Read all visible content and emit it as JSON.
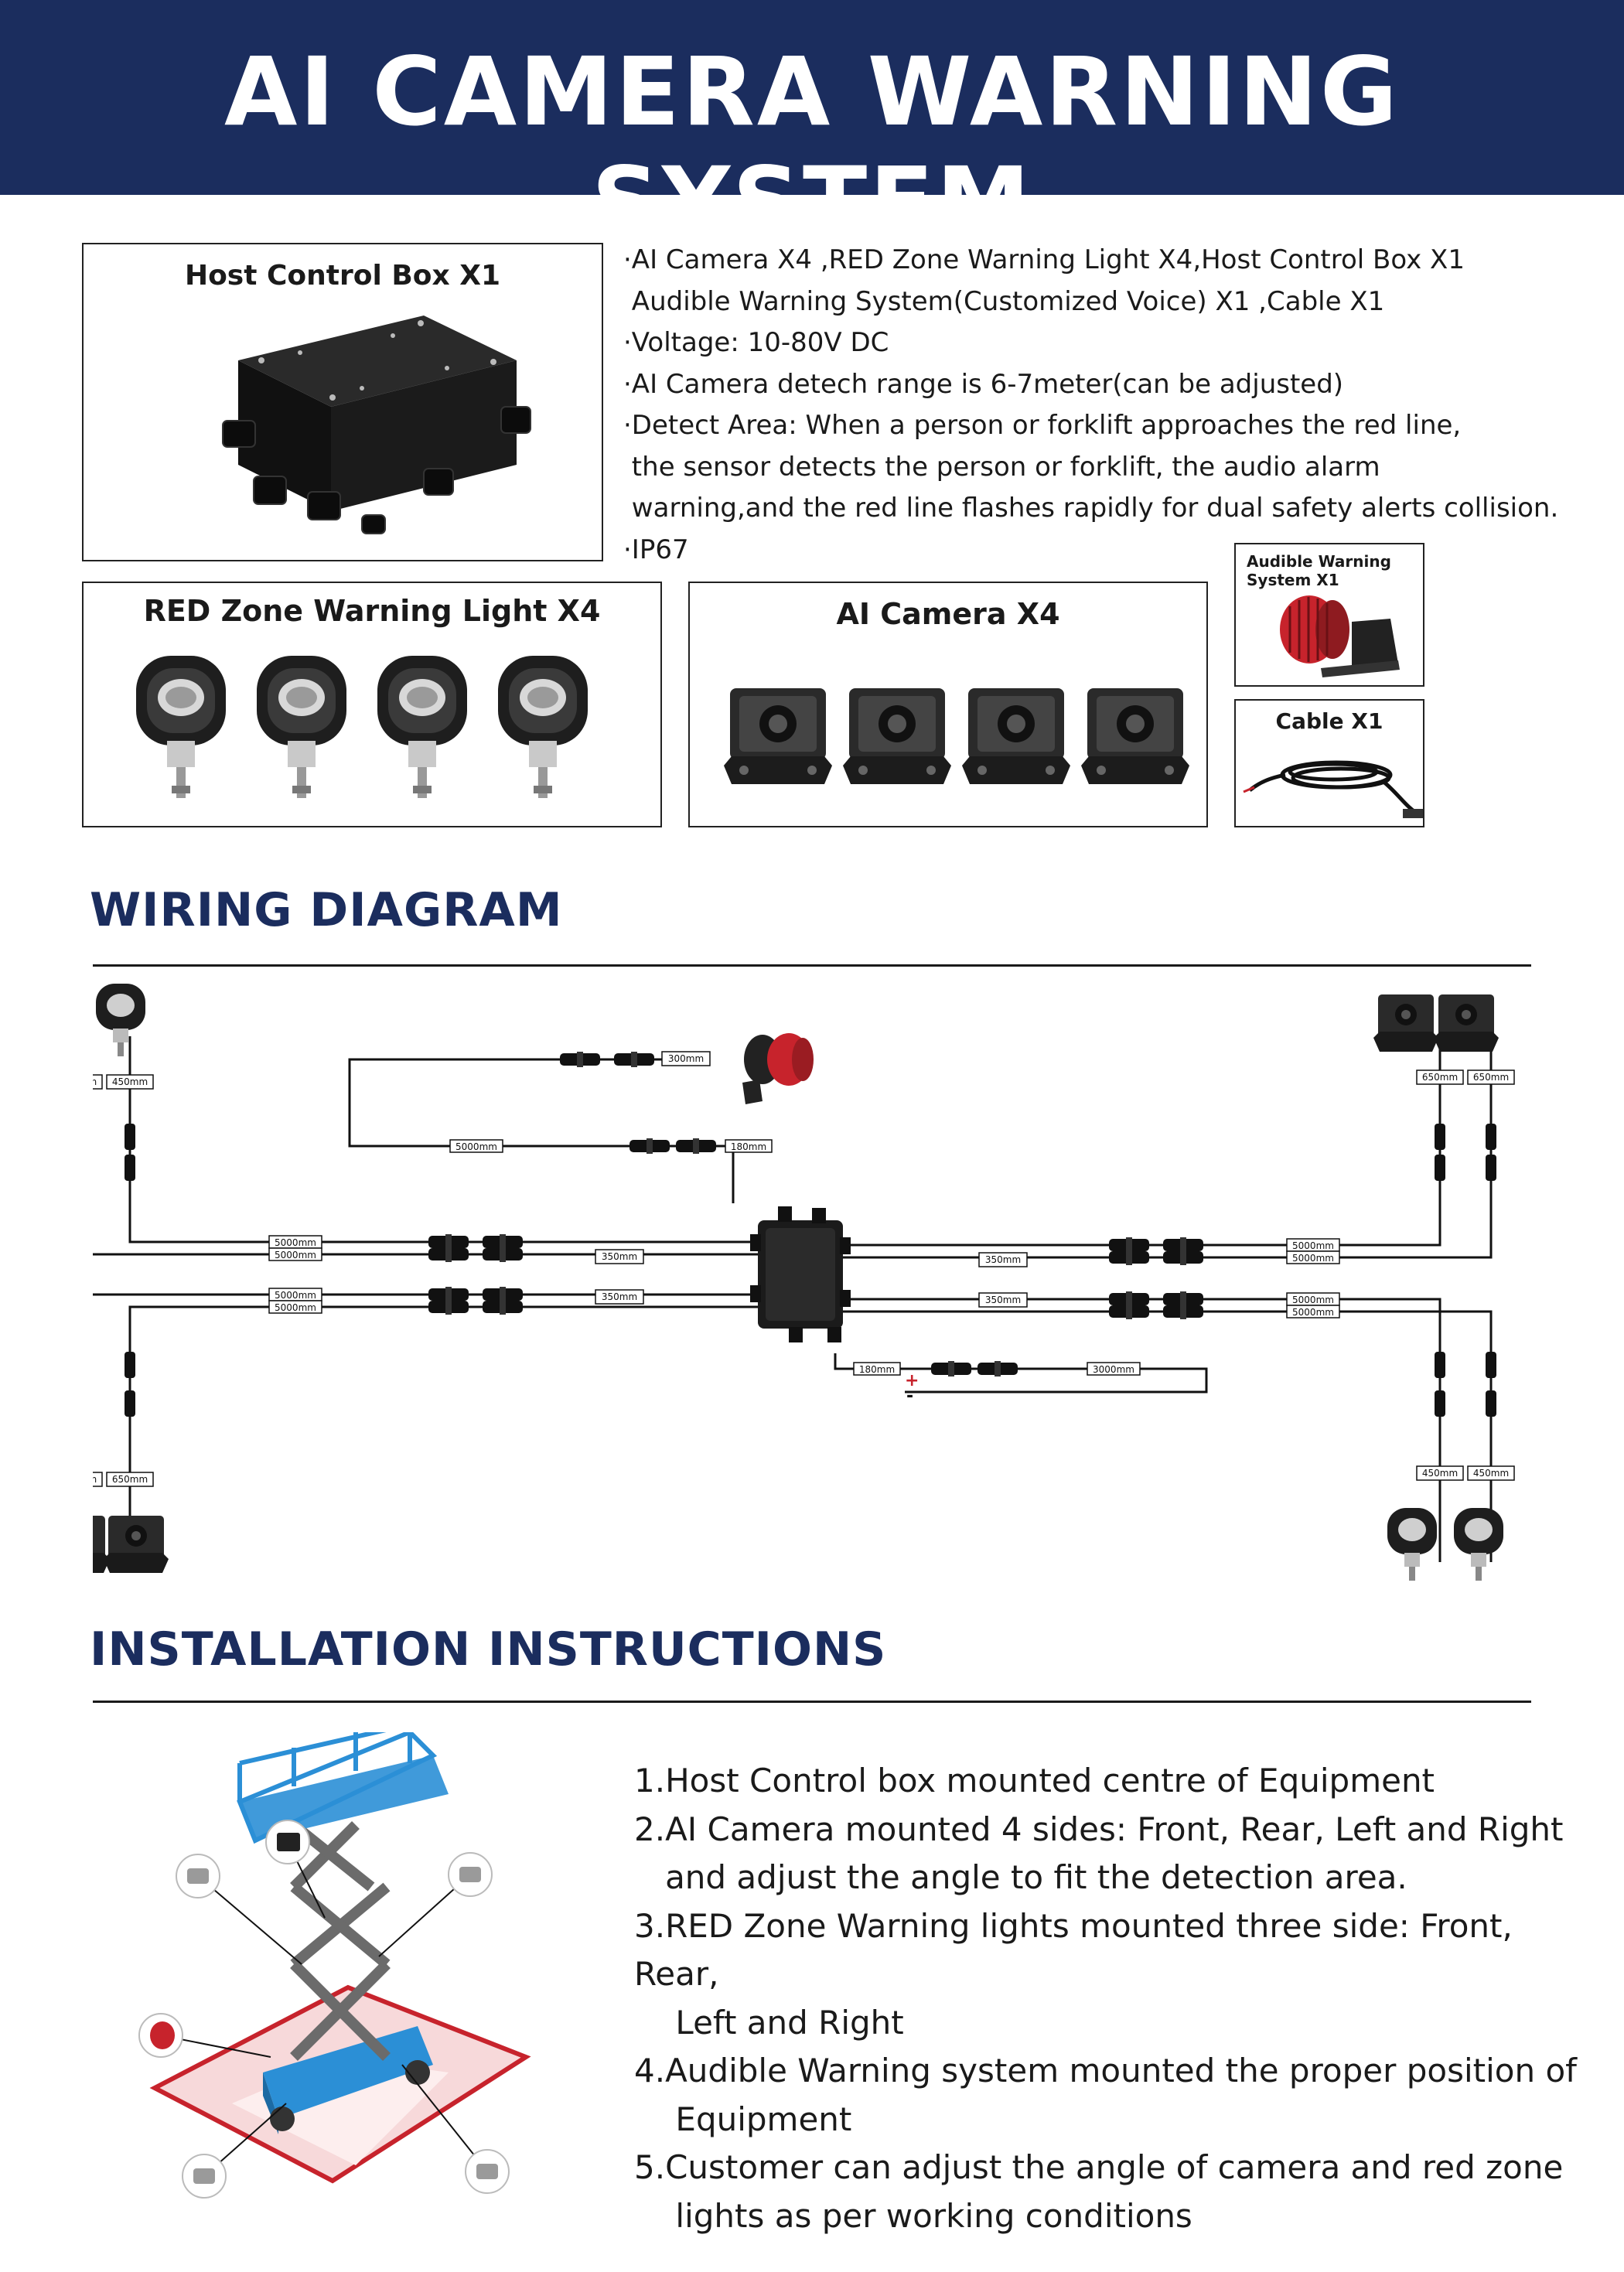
{
  "header": {
    "title": "AI CAMERA WARNING SYSTEM"
  },
  "components": {
    "host_box": "Host Control Box X1",
    "red_light": "RED Zone Warning Light X4",
    "camera": "AI Camera X4",
    "audible_line1": "Audible Warning",
    "audible_line2": "System X1",
    "cable": "Cable X1"
  },
  "features": [
    "·AI Camera X4 ,RED Zone Warning Light X4,Host Control Box X1",
    " Audible Warning System(Customized Voice) X1 ,Cable X1",
    "·Voltage: 10-80V DC",
    "·AI Camera detech range is 6-7meter(can be adjusted)",
    "·Detect Area: When a person or forklift approaches the red line,",
    " the sensor detects the person or forklift, the audio alarm",
    " warning,and the red line flashes rapidly for dual safety alerts collision.",
    "·IP67"
  ],
  "wiring": {
    "title": "WIRING DIAGRAM",
    "labels": {
      "l450": "450mm",
      "l650": "650mm",
      "l5000": "5000mm",
      "l350": "350mm",
      "l300": "300mm",
      "l180": "180mm",
      "l3000": "3000mm"
    }
  },
  "installation": {
    "title": "INSTALLATION INSTRUCTIONS",
    "steps": [
      "1.Host Control box mounted centre of Equipment",
      "2.AI Camera mounted 4 sides: Front, Rear, Left and Right",
      "   and adjust the angle to fit the detection area.",
      "3.RED Zone Warning lights mounted three side: Front, Rear,",
      "    Left and Right",
      "4.Audible Warning system mounted the proper position of",
      "    Equipment",
      "5.Customer can adjust the angle of camera and red zone",
      "    lights as per working conditions"
    ]
  },
  "colors": {
    "navy": "#1b2d5e",
    "red": "#d8262f",
    "lift_blue": "#2b8fd6"
  }
}
